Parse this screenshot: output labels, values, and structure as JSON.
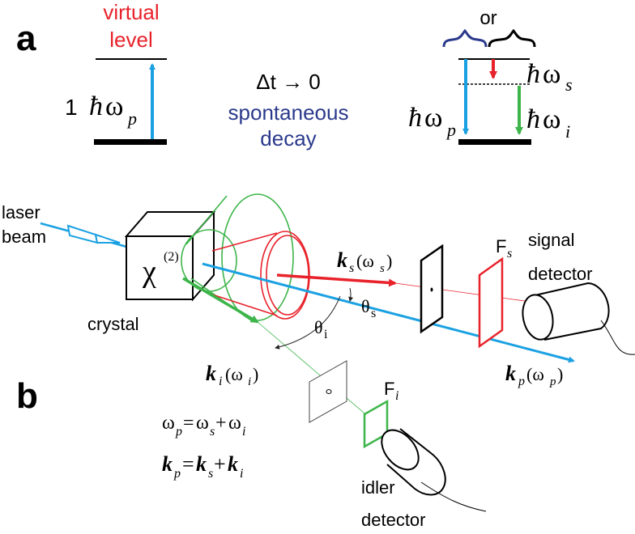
{
  "panel_a": {
    "label": "a",
    "virtual_level_line1": "virtual",
    "virtual_level_line2": "level",
    "one": "1",
    "hbar": "ħ",
    "omega": "ω",
    "sub_p": "p",
    "sub_s": "s",
    "sub_i": "i",
    "delta_t": "Δt → 0",
    "spontaneous_line1": "spontaneous",
    "spontaneous_line2": "decay",
    "or_label": "or",
    "colors": {
      "pump": "#1ba1e2",
      "signal": "#e8222b",
      "idler": "#3db54a",
      "virtual_text": "#e8222b",
      "spont_text": "#2b3a8c",
      "brace_blue": "#2b3a8c"
    }
  },
  "panel_b": {
    "label": "b",
    "laser_line1": "laser",
    "laser_line2": "beam",
    "chi": "χ",
    "chi_sup": "(2)",
    "crystal": "crystal",
    "theta": "θ",
    "theta_s_sub": "s",
    "theta_i_sub": "i",
    "k": "k",
    "F": "F",
    "signal_line1": "signal",
    "signal_line2": "detector",
    "idler_line1": "idler",
    "idler_line2": "detector",
    "eq_plus": "+",
    "eq_equals": "="
  }
}
